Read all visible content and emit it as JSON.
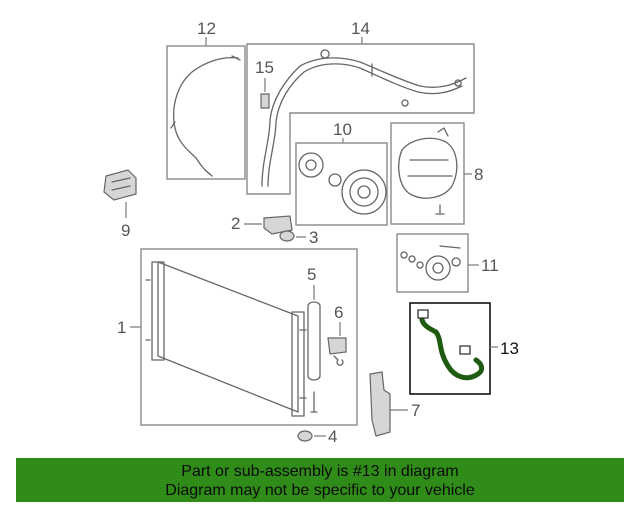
{
  "callouts": {
    "c1": "1",
    "c2": "2",
    "c3": "3",
    "c4": "4",
    "c5": "5",
    "c6": "6",
    "c7": "7",
    "c8": "8",
    "c9": "9",
    "c10": "10",
    "c11": "11",
    "c12": "12",
    "c13": "13",
    "c14": "14",
    "c15": "15"
  },
  "highlight_color": "#1e5a10",
  "banner": {
    "line1": "Part or sub-assembly is #13 in diagram",
    "line2": "Diagram may not be specific to your vehicle",
    "background": "#2f8c18"
  }
}
